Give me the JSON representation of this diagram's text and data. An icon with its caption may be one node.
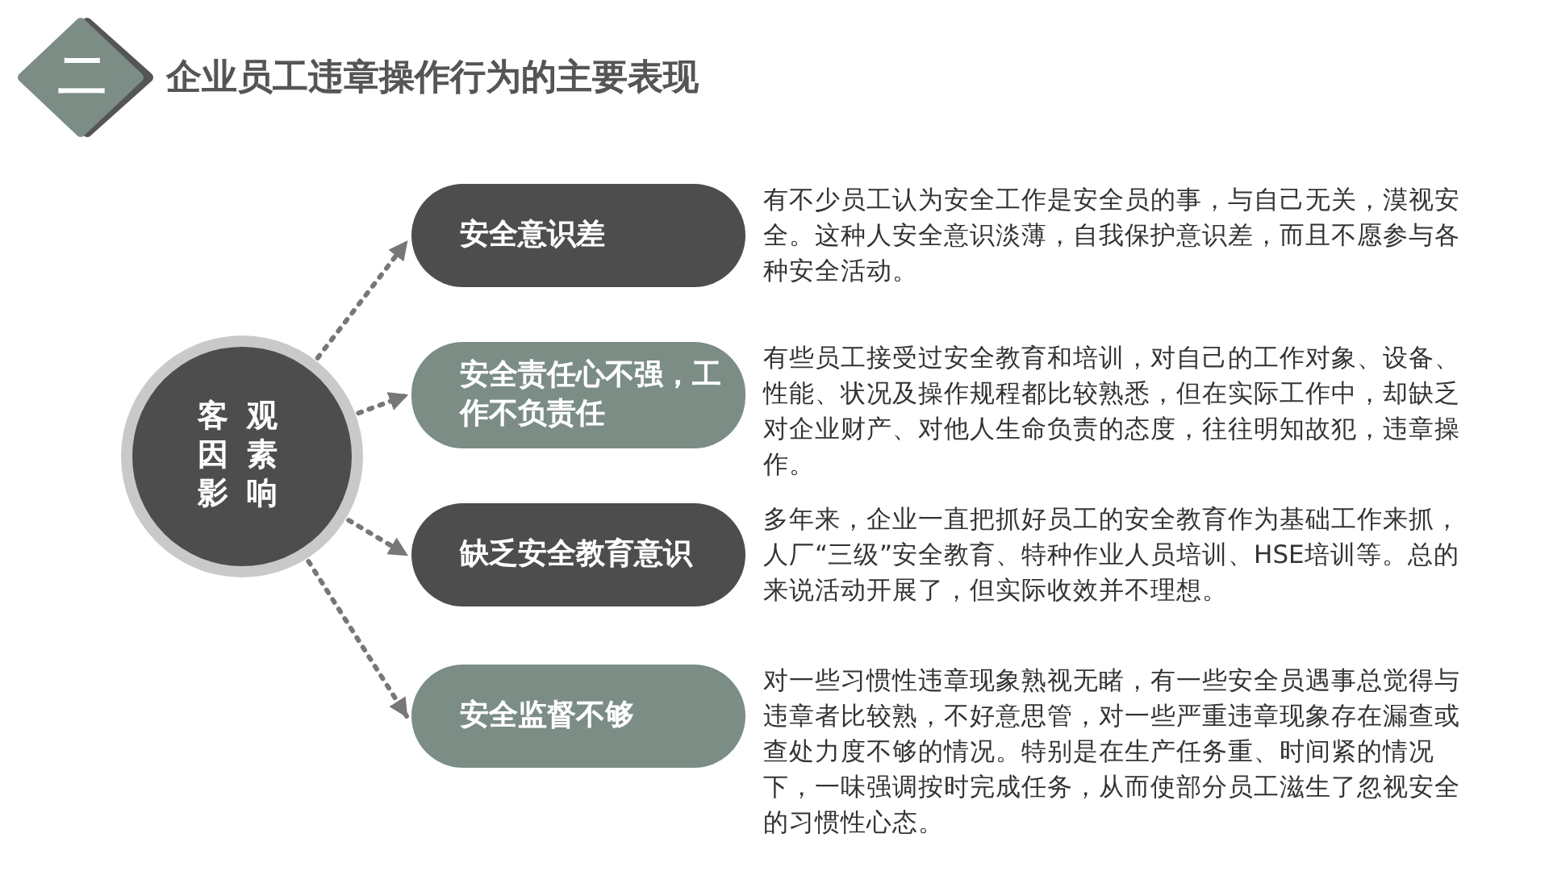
{
  "diagram": {
    "title": "企业员工违章操作行为的主要表现",
    "nodes": [
      {
        "text": [
          "客观因素影响"
        ]
      },
      {
        "text": [
          "安全意识差"
        ],
        "beside": [
          "有不少员工认为安全工作是安全员的事，与自己无关，漠视安全。这种人安全意识淡薄，自我保护意识差，而且不愿参与各种安全活动。"
        ]
      },
      {
        "text": [
          "安全责任心不强，工作不负责任"
        ],
        "beside": [
          "有些员工接受过安全教育和培训，对自己的工作对象、设备、性能、状况及操作规程都比较熟悉，但在实际工作中，却缺乏对企业财产、对他人生命负责的态度，往往明知故犯，违章操作。"
        ]
      },
      {
        "text": [
          "缺乏安全教育意识"
        ],
        "beside": [
          "多年来，企业一直把抓好员工的安全教育作为基础工作来抓，人厂“三级”安全教育、特种作业人员培训、HSE培训等。总的来说活动开展了，但实际收效并不理想。"
        ]
      },
      {
        "text": [
          "安全监督不够"
        ],
        "beside": [
          "对一些习惯性违章现象熟视无睹，有一些安全员遇事总觉得与违章者比较熟，不好意思管，对一些严重违章现象存在漏查或查处力度不够的情况。特别是在生产任务重、时间紧的情况下，一味强调按时完成任务，从而使部分员工滋生了忽视安全的习惯性心态。"
        ]
      }
    ],
    "edges": [
      {
        "from": 0,
        "to": 1,
        "arrow": "to",
        "style": "dashed"
      },
      {
        "from": 0,
        "to": 2,
        "arrow": "to",
        "style": "dashed"
      },
      {
        "from": 0,
        "to": 3,
        "arrow": "to",
        "style": "dashed"
      },
      {
        "from": 0,
        "to": 4,
        "arrow": "to",
        "style": "dashed"
      }
    ],
    "labels": [
      "二"
    ]
  }
}
